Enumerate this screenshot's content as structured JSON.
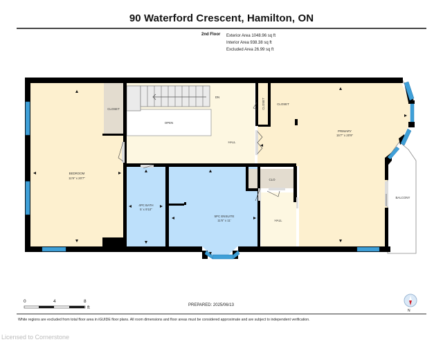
{
  "header": {
    "title": "90 Waterford Crescent, Hamilton, ON",
    "floor": "2nd Floor",
    "areas": {
      "exterior": "Exterior Area 1048.96 sq ft",
      "interior": "Interior Area 938.38 sq ft",
      "excluded": "Excluded Area 26.99 sq ft"
    }
  },
  "rooms": {
    "bedroom": {
      "name": "BEDROOM",
      "dims": "11'9\" x 20'7\""
    },
    "closet_left": {
      "name": "CLOSET"
    },
    "stairs": {
      "label": "DN"
    },
    "open": {
      "name": "OPEN"
    },
    "hall_main": {
      "name": "HALL"
    },
    "closet_vertical": {
      "name": "CLOSET"
    },
    "closet_primary": {
      "name": "CLOSET"
    },
    "primary": {
      "name": "PRIMARY",
      "dims": "15'7\" x 20'9\""
    },
    "bath": {
      "name": "4PC BATH",
      "dims": "5' x 9'10\""
    },
    "ensuite": {
      "name": "5PC ENSUITE",
      "dims": "11'6\" x 11'"
    },
    "clo": {
      "name": "CLO"
    },
    "hall_small": {
      "name": "HALL"
    },
    "balcony": {
      "name": "BALCONY"
    }
  },
  "scale": {
    "ticks": [
      "0",
      "4",
      "8"
    ],
    "unit": "ft"
  },
  "footer": {
    "prepared": "PREPARED: 2025/06/13",
    "disclaimer": "White regions are excluded from total floor area in iGUIDE floor plans. All room dimensions and floor areas must be considered approximate and are subject to independent verification.",
    "compass_label": "N",
    "licensed": "Licensed to Cornerstone"
  },
  "colors": {
    "bedroom_fill": "#fdf0cf",
    "hall_fill": "#fdf7e1",
    "bath_fill": "#bde0fb",
    "closet_fill": "#e3dccf",
    "wall": "#000000",
    "window": "#3fa0d8",
    "compass_red": "#cc1f2a"
  }
}
